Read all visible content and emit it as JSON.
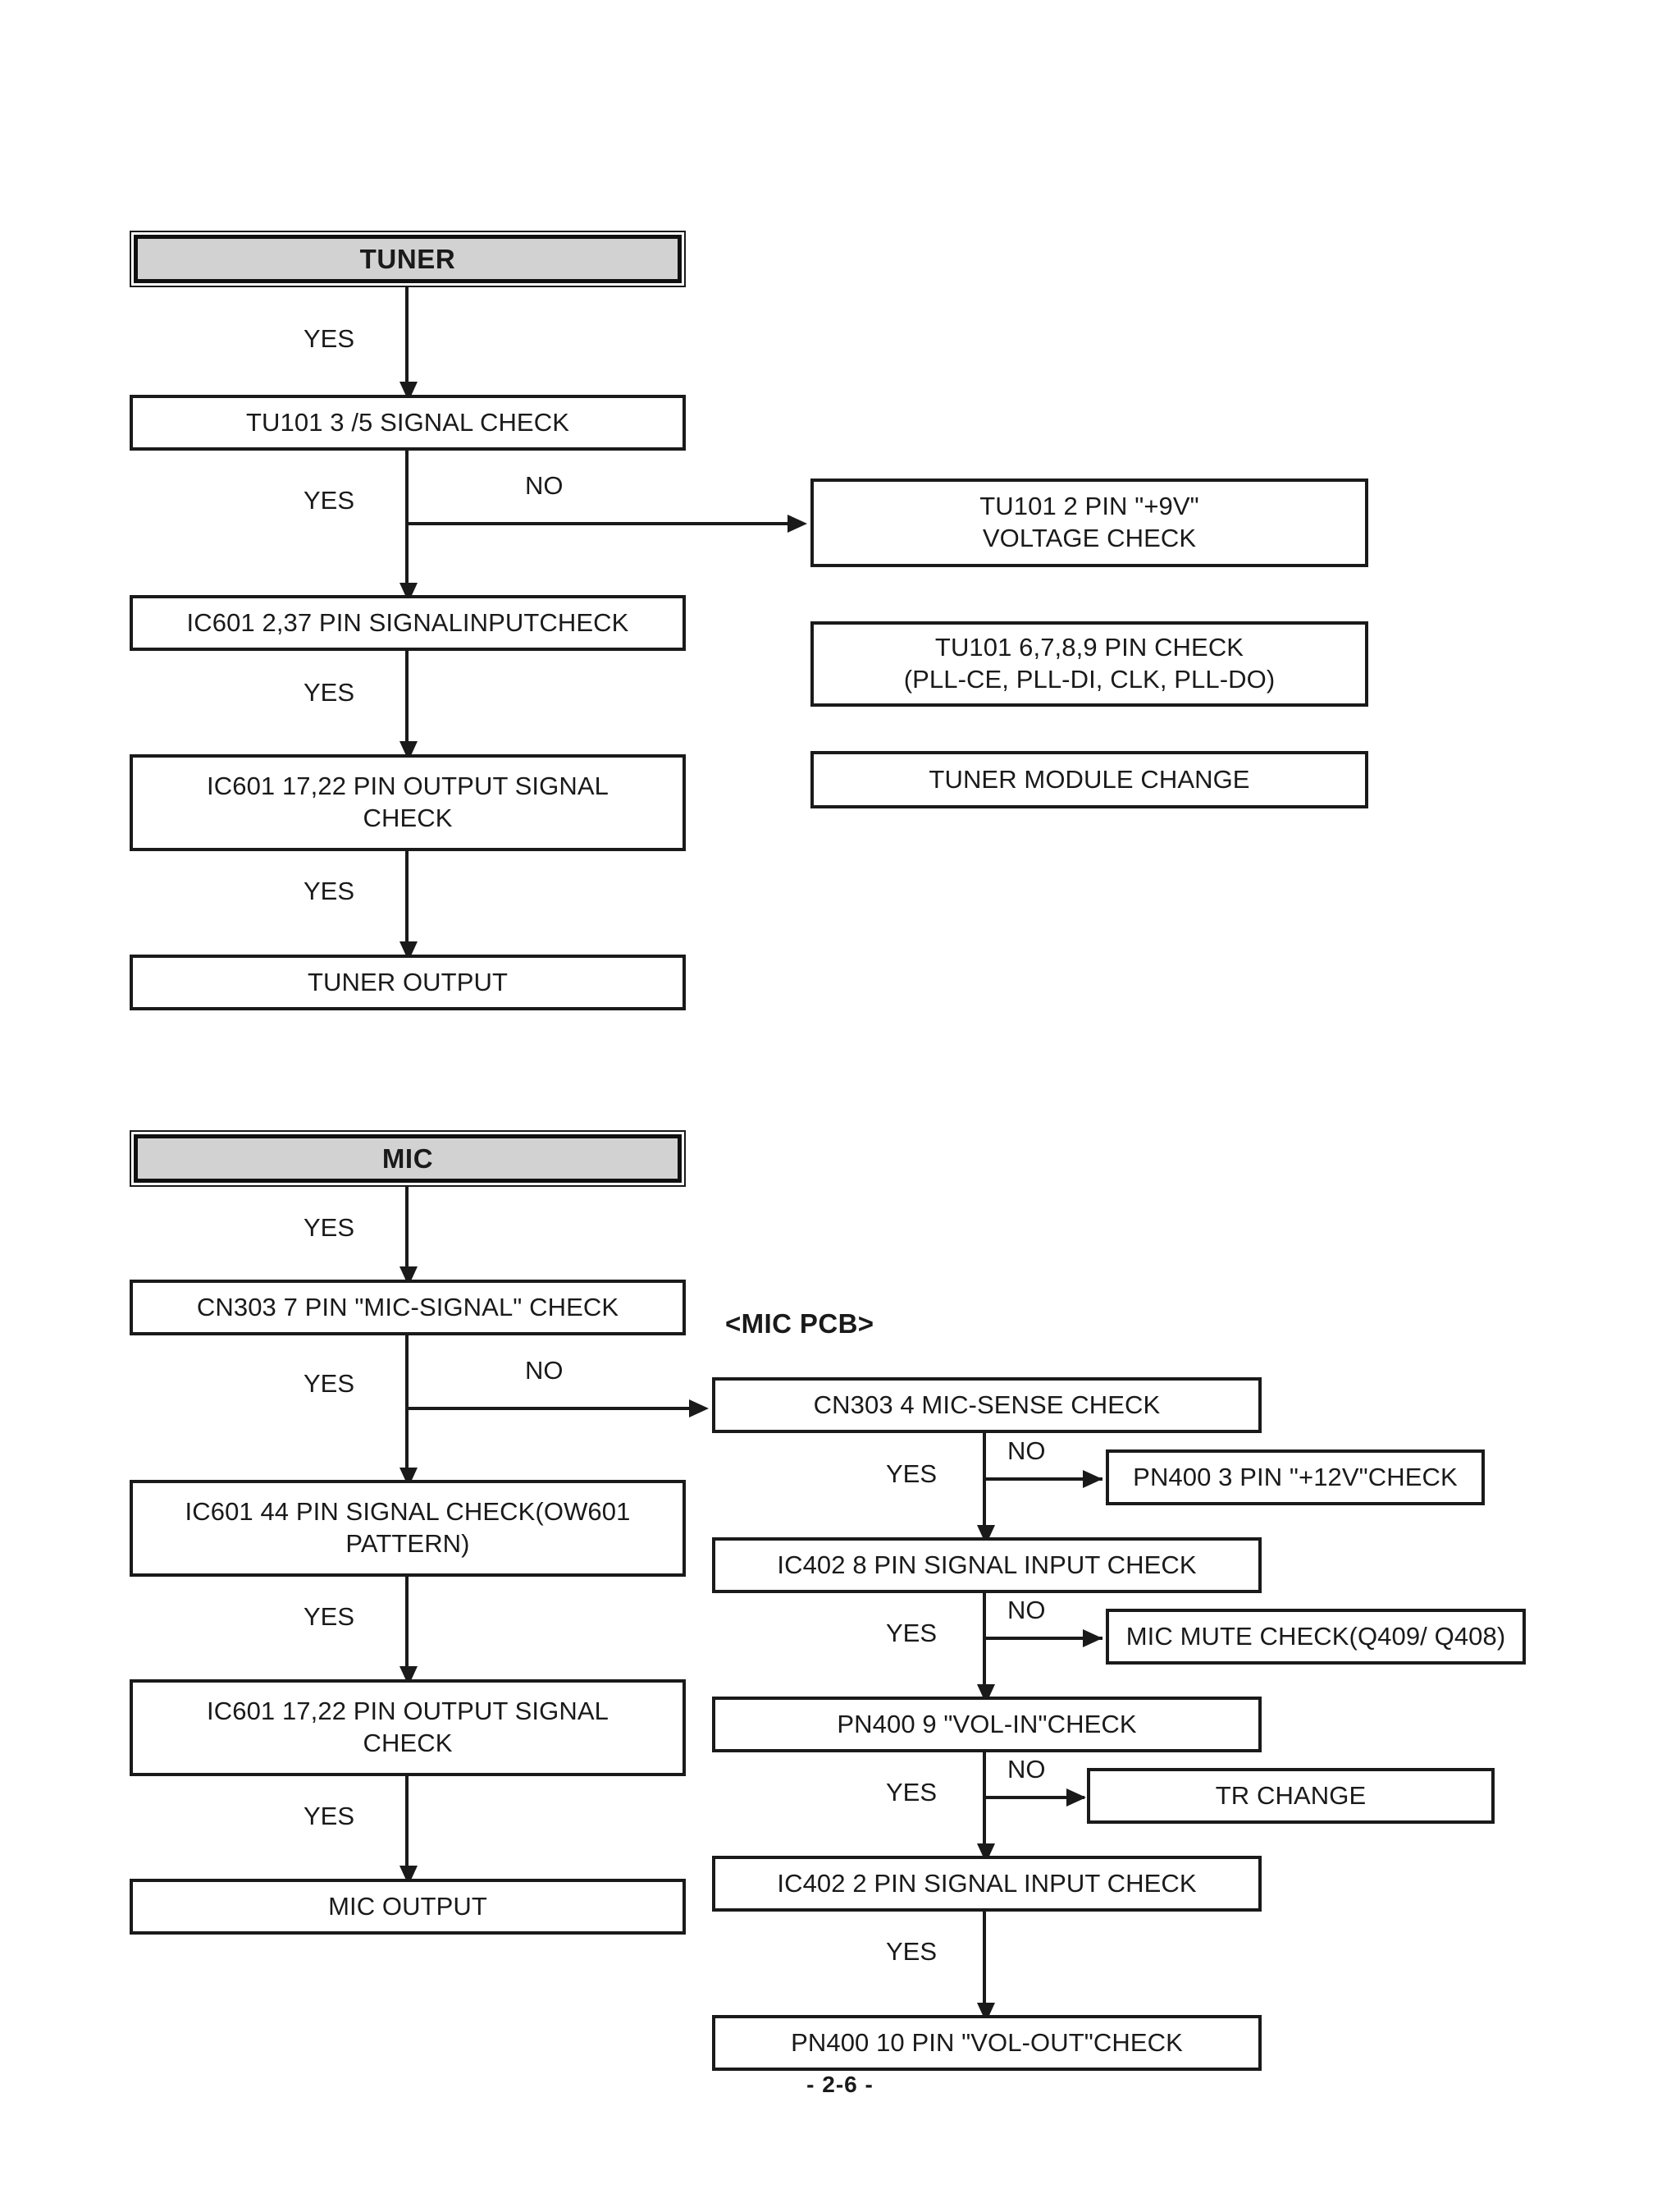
{
  "document": {
    "footer": "- 2-6 -"
  },
  "sections": [
    {
      "id": "tuner",
      "header": "TUNER",
      "main_chain": [
        "TU101 3 /5 SIGNAL CHECK",
        "IC601 2,37 PIN SIGNALINPUTCHECK",
        "IC601 17,22 PIN OUTPUT SIGNAL CHECK",
        "TUNER OUTPUT"
      ],
      "branch_boxes": [
        "TU101 2 PIN \"+9V\" VOLTAGE CHECK",
        "TU101 6,7,8,9 PIN CHECK (PLL-CE, PLL-DI, CLK, PLL-DO)",
        "TUNER MODULE CHANGE"
      ],
      "edge_labels": {
        "yes": "YES",
        "no": "NO"
      }
    },
    {
      "id": "mic",
      "header": "MIC",
      "pcb_label": "<MIC PCB>",
      "main_chain": [
        "CN303 7 PIN \"MIC-SIGNAL\" CHECK",
        "IC601 44 PIN SIGNAL CHECK(OW601 PATTERN)",
        "IC601 17,22 PIN OUTPUT SIGNAL CHECK",
        "MIC OUTPUT"
      ],
      "pcb_chain": [
        "CN303 4 MIC-SENSE CHECK",
        "IC402 8 PIN SIGNAL INPUT CHECK",
        "PN400 9 \"VOL-IN\"CHECK",
        "IC402 2 PIN SIGNAL INPUT CHECK",
        "PN400 10 PIN \"VOL-OUT\"CHECK"
      ],
      "pcb_branches": [
        "PN400 3 PIN \"+12V\"CHECK",
        "MIC MUTE CHECK(Q409/ Q408)",
        "TR CHANGE"
      ],
      "edge_labels": {
        "yes": "YES",
        "no": "NO"
      }
    }
  ],
  "text": {
    "tuner_box_lines": {
      "ic601_17_22_l1": "IC601 17,22 PIN OUTPUT SIGNAL",
      "ic601_17_22_l2": "CHECK",
      "tu101_9v_l1": "TU101 2 PIN \"+9V\"",
      "tu101_9v_l2": "VOLTAGE CHECK",
      "tu101_pll_l1": "TU101 6,7,8,9 PIN CHECK",
      "tu101_pll_l2": "(PLL-CE, PLL-DI, CLK, PLL-DO)"
    },
    "mic_box_lines": {
      "ic601_44_l1": "IC601 44 PIN SIGNAL CHECK(OW601",
      "ic601_44_l2": "PATTERN)",
      "ic601_17_22_l1": "IC601 17,22 PIN OUTPUT SIGNAL",
      "ic601_17_22_l2": "CHECK"
    }
  },
  "colors": {
    "ink": "#1a1a1a",
    "header_fill": "#d2d2d2",
    "page": "#ffffff"
  }
}
